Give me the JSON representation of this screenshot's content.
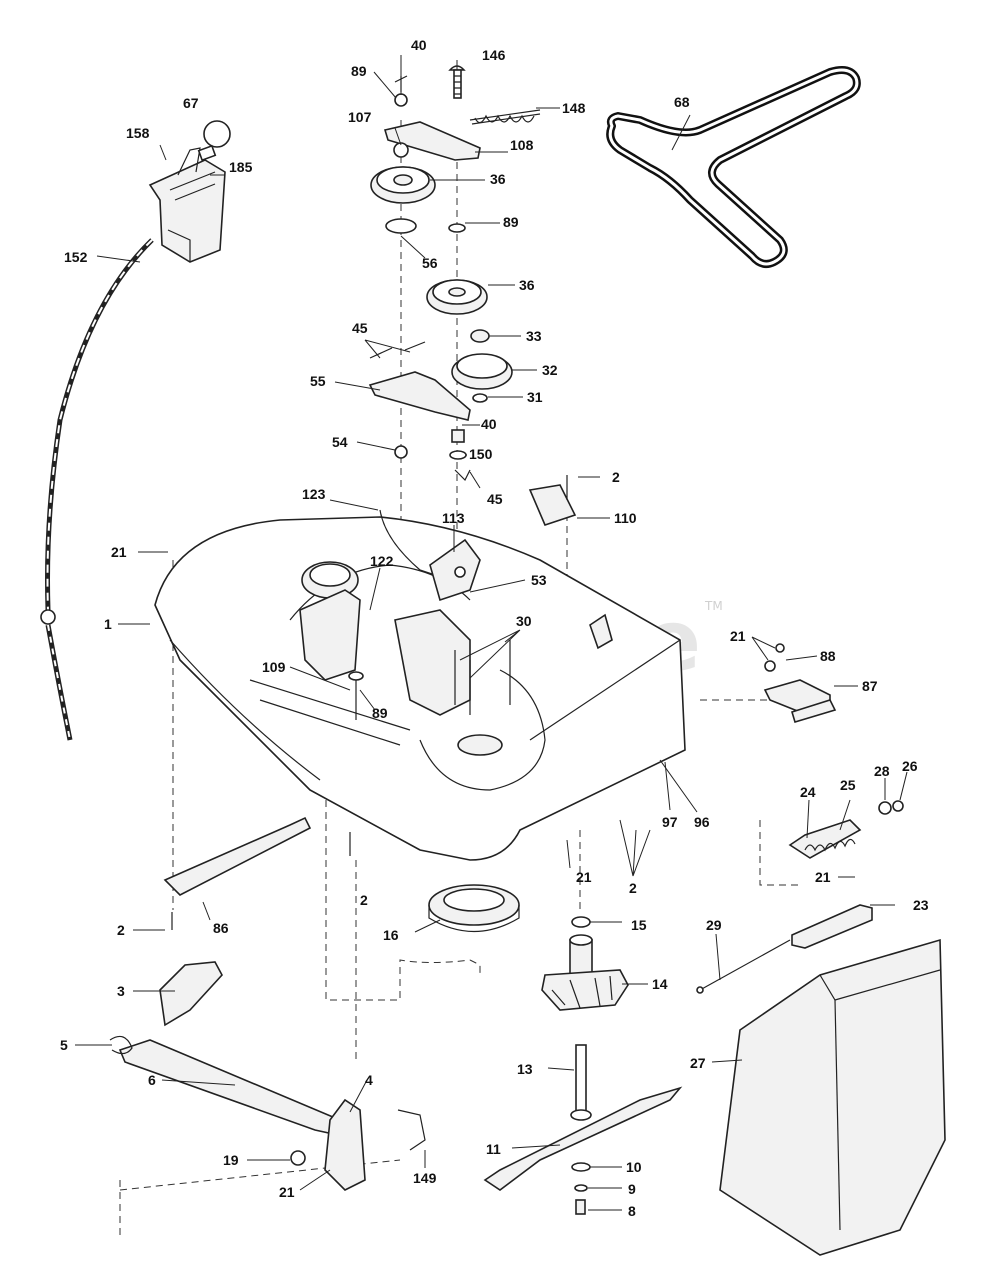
{
  "diagram": {
    "watermark": "PartsTree",
    "trademark": "TM",
    "parts": [
      {
        "id": "p40a",
        "label": "40"
      },
      {
        "id": "p146",
        "label": "146"
      },
      {
        "id": "p89a",
        "label": "89"
      },
      {
        "id": "p148",
        "label": "148"
      },
      {
        "id": "p107",
        "label": "107"
      },
      {
        "id": "p108",
        "label": "108"
      },
      {
        "id": "p67",
        "label": "67"
      },
      {
        "id": "p158",
        "label": "158"
      },
      {
        "id": "p185",
        "label": "185"
      },
      {
        "id": "p36a",
        "label": "36"
      },
      {
        "id": "p68",
        "label": "68"
      },
      {
        "id": "p89b",
        "label": "89"
      },
      {
        "id": "p56",
        "label": "56"
      },
      {
        "id": "p152",
        "label": "152"
      },
      {
        "id": "p36b",
        "label": "36"
      },
      {
        "id": "p45a",
        "label": "45"
      },
      {
        "id": "p33",
        "label": "33"
      },
      {
        "id": "p32",
        "label": "32"
      },
      {
        "id": "p55",
        "label": "55"
      },
      {
        "id": "p31",
        "label": "31"
      },
      {
        "id": "p40b",
        "label": "40"
      },
      {
        "id": "p54",
        "label": "54"
      },
      {
        "id": "p150",
        "label": "150"
      },
      {
        "id": "p45b",
        "label": "45"
      },
      {
        "id": "p2a",
        "label": "2"
      },
      {
        "id": "p123",
        "label": "123"
      },
      {
        "id": "p113",
        "label": "113"
      },
      {
        "id": "p110",
        "label": "110"
      },
      {
        "id": "p21a",
        "label": "21"
      },
      {
        "id": "p122",
        "label": "122"
      },
      {
        "id": "p53",
        "label": "53"
      },
      {
        "id": "p1",
        "label": "1"
      },
      {
        "id": "p30",
        "label": "30"
      },
      {
        "id": "p21b",
        "label": "21"
      },
      {
        "id": "p88",
        "label": "88"
      },
      {
        "id": "p109",
        "label": "109"
      },
      {
        "id": "p87",
        "label": "87"
      },
      {
        "id": "p89c",
        "label": "89"
      },
      {
        "id": "p28",
        "label": "28"
      },
      {
        "id": "p26",
        "label": "26"
      },
      {
        "id": "p24",
        "label": "24"
      },
      {
        "id": "p25",
        "label": "25"
      },
      {
        "id": "p97",
        "label": "97"
      },
      {
        "id": "p96",
        "label": "96"
      },
      {
        "id": "p21c",
        "label": "21"
      },
      {
        "id": "p21d",
        "label": "21"
      },
      {
        "id": "p2b",
        "label": "2"
      },
      {
        "id": "p2c",
        "label": "2"
      },
      {
        "id": "p23",
        "label": "23"
      },
      {
        "id": "p2d",
        "label": "2"
      },
      {
        "id": "p86",
        "label": "86"
      },
      {
        "id": "p15",
        "label": "15"
      },
      {
        "id": "p16",
        "label": "16"
      },
      {
        "id": "p29",
        "label": "29"
      },
      {
        "id": "p3",
        "label": "3"
      },
      {
        "id": "p14",
        "label": "14"
      },
      {
        "id": "p5",
        "label": "5"
      },
      {
        "id": "p27",
        "label": "27"
      },
      {
        "id": "p6",
        "label": "6"
      },
      {
        "id": "p13",
        "label": "13"
      },
      {
        "id": "p4",
        "label": "4"
      },
      {
        "id": "p11",
        "label": "11"
      },
      {
        "id": "p19",
        "label": "19"
      },
      {
        "id": "p10",
        "label": "10"
      },
      {
        "id": "p149",
        "label": "149"
      },
      {
        "id": "p21e",
        "label": "21"
      },
      {
        "id": "p9",
        "label": "9"
      },
      {
        "id": "p8",
        "label": "8"
      }
    ]
  }
}
